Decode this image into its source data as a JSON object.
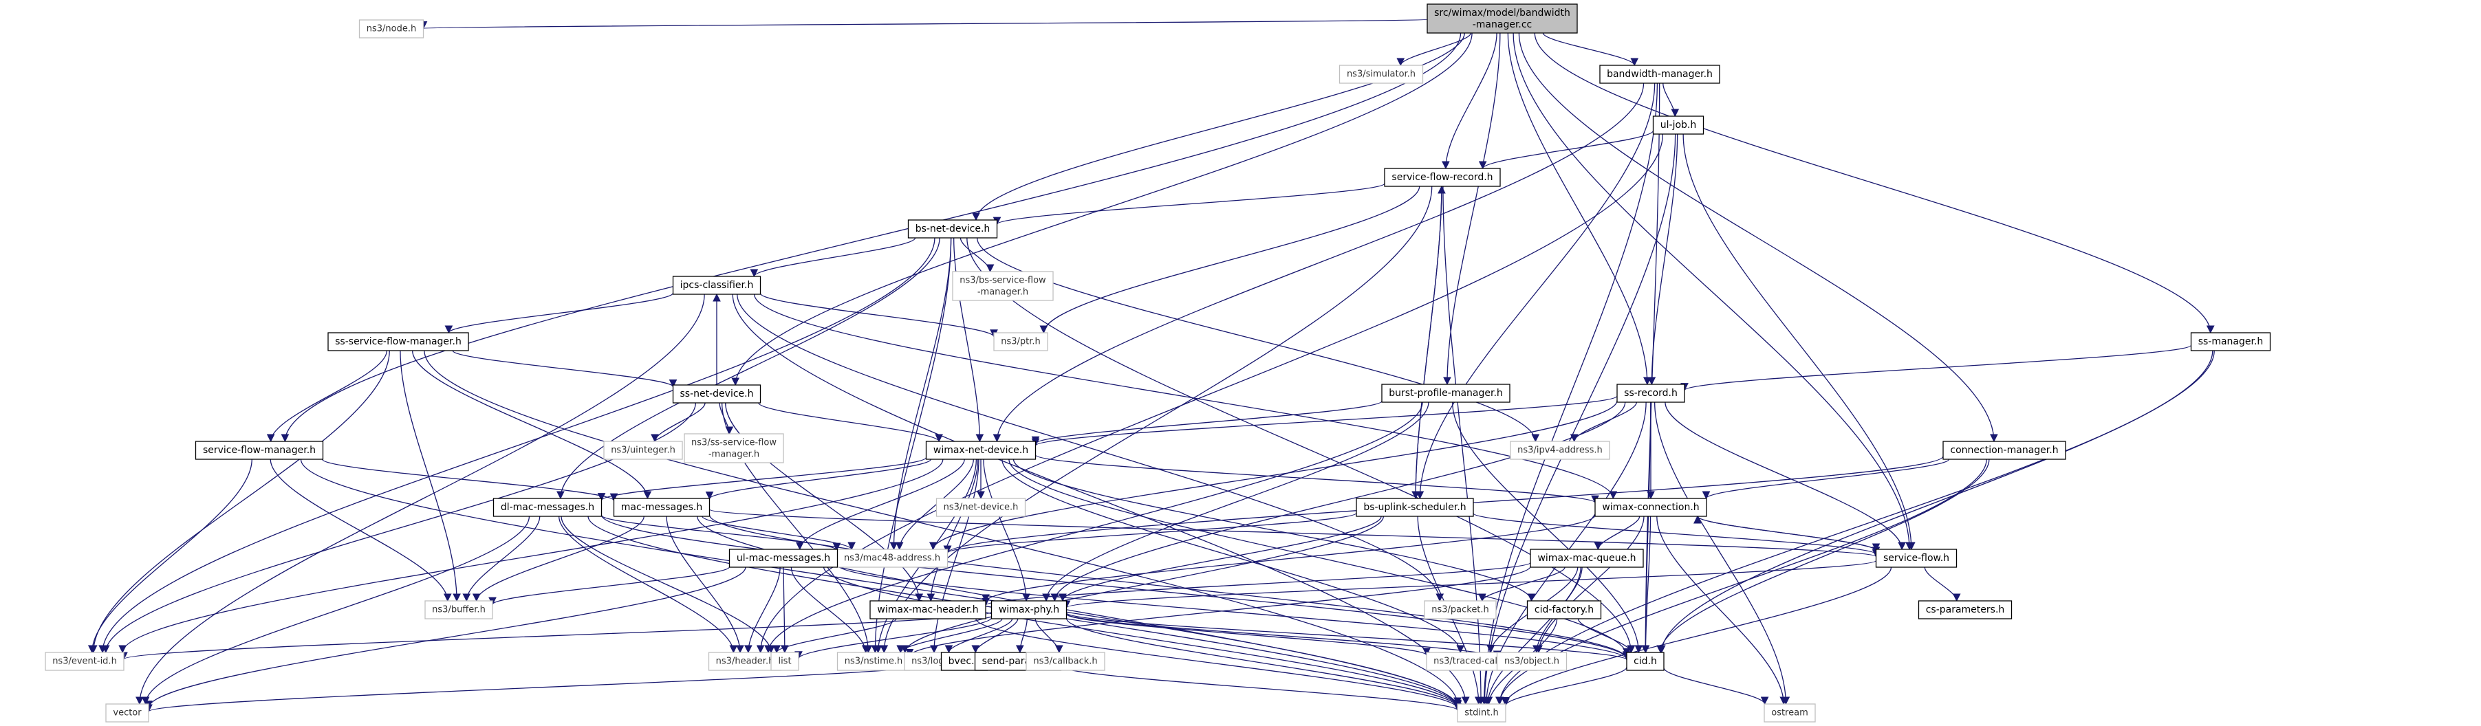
{
  "diagram": {
    "title": "Include dependency graph for bandwidth-manager.cc",
    "edge_color": "#191970",
    "colors": {
      "root_fill": "#bfbfbf",
      "documented_border": "#000000",
      "external_border": "#bfbfbf",
      "undocumented_border": "#ff0000"
    },
    "nodes": [
      {
        "id": "root",
        "label": [
          "src/wimax/model/bandwidth",
          "-manager.cc"
        ],
        "kind": "root"
      },
      {
        "id": "node_h",
        "label": [
          "ns3/node.h"
        ],
        "kind": "external"
      },
      {
        "id": "simulator_h",
        "label": [
          "ns3/simulator.h"
        ],
        "kind": "external"
      },
      {
        "id": "bandwidth_manager_h",
        "label": [
          "bandwidth-manager.h"
        ],
        "kind": "documented"
      },
      {
        "id": "ul_job_h",
        "label": [
          "ul-job.h"
        ],
        "kind": "documented"
      },
      {
        "id": "service_flow_record_h",
        "label": [
          "service-flow-record.h"
        ],
        "kind": "documented"
      },
      {
        "id": "bs_net_device_h",
        "label": [
          "bs-net-device.h"
        ],
        "kind": "documented"
      },
      {
        "id": "bs_sfm_h",
        "label": [
          "ns3/bs-service-flow",
          "-manager.h"
        ],
        "kind": "external"
      },
      {
        "id": "ipcs_classifier_h",
        "label": [
          "ipcs-classifier.h"
        ],
        "kind": "documented"
      },
      {
        "id": "ptr_h",
        "label": [
          "ns3/ptr.h"
        ],
        "kind": "external"
      },
      {
        "id": "ss_sfm_h",
        "label": [
          "ss-service-flow-manager.h"
        ],
        "kind": "documented"
      },
      {
        "id": "ss_net_device_h",
        "label": [
          "ss-net-device.h"
        ],
        "kind": "documented"
      },
      {
        "id": "uinteger_h",
        "label": [
          "ns3/uinteger.h"
        ],
        "kind": "external"
      },
      {
        "id": "ss_sfm_ext_h",
        "label": [
          "ns3/ss-service-flow",
          "-manager.h"
        ],
        "kind": "external"
      },
      {
        "id": "sfm_h",
        "label": [
          "service-flow-manager.h"
        ],
        "kind": "documented"
      },
      {
        "id": "ss_manager_h",
        "label": [
          "ss-manager.h"
        ],
        "kind": "documented"
      },
      {
        "id": "ss_record_h",
        "label": [
          "ss-record.h"
        ],
        "kind": "documented"
      },
      {
        "id": "burst_profile_manager_h",
        "label": [
          "burst-profile-manager.h"
        ],
        "kind": "documented"
      },
      {
        "id": "ipv4_address_h",
        "label": [
          "ns3/ipv4-address.h"
        ],
        "kind": "external"
      },
      {
        "id": "connection_manager_h",
        "label": [
          "connection-manager.h"
        ],
        "kind": "documented"
      },
      {
        "id": "wimax_net_device_h",
        "label": [
          "wimax-net-device.h"
        ],
        "kind": "documented"
      },
      {
        "id": "net_device_h",
        "label": [
          "ns3/net-device.h"
        ],
        "kind": "external"
      },
      {
        "id": "dl_mac_messages_h",
        "label": [
          "dl-mac-messages.h"
        ],
        "kind": "documented"
      },
      {
        "id": "mac_messages_h",
        "label": [
          "mac-messages.h"
        ],
        "kind": "documented"
      },
      {
        "id": "bs_uplink_scheduler_h",
        "label": [
          "bs-uplink-scheduler.h"
        ],
        "kind": "documented"
      },
      {
        "id": "wimax_connection_h",
        "label": [
          "wimax-connection.h"
        ],
        "kind": "documented"
      },
      {
        "id": "mac48_address_h",
        "label": [
          "ns3/mac48-address.h"
        ],
        "kind": "external"
      },
      {
        "id": "ul_mac_messages_h",
        "label": [
          "ul-mac-messages.h"
        ],
        "kind": "documented"
      },
      {
        "id": "wimax_mac_queue_h",
        "label": [
          "wimax-mac-queue.h"
        ],
        "kind": "undocumented"
      },
      {
        "id": "service_flow_h",
        "label": [
          "service-flow.h"
        ],
        "kind": "documented"
      },
      {
        "id": "buffer_h",
        "label": [
          "ns3/buffer.h"
        ],
        "kind": "external"
      },
      {
        "id": "wimax_mac_header_h",
        "label": [
          "wimax-mac-header.h"
        ],
        "kind": "documented"
      },
      {
        "id": "wimax_phy_h",
        "label": [
          "wimax-phy.h"
        ],
        "kind": "documented"
      },
      {
        "id": "packet_h",
        "label": [
          "ns3/packet.h"
        ],
        "kind": "external"
      },
      {
        "id": "cid_factory_h",
        "label": [
          "cid-factory.h"
        ],
        "kind": "documented"
      },
      {
        "id": "cs_parameters_h",
        "label": [
          "cs-parameters.h"
        ],
        "kind": "undocumented"
      },
      {
        "id": "event_id_h",
        "label": [
          "ns3/event-id.h"
        ],
        "kind": "external"
      },
      {
        "id": "header_h",
        "label": [
          "ns3/header.h"
        ],
        "kind": "external"
      },
      {
        "id": "list",
        "label": [
          "list"
        ],
        "kind": "external"
      },
      {
        "id": "nstime_h",
        "label": [
          "ns3/nstime.h"
        ],
        "kind": "external"
      },
      {
        "id": "log_h",
        "label": [
          "ns3/log.h"
        ],
        "kind": "external"
      },
      {
        "id": "bvec_h",
        "label": [
          "bvec.h"
        ],
        "kind": "documented"
      },
      {
        "id": "send_params_h",
        "label": [
          "send-params.h"
        ],
        "kind": "undocumented"
      },
      {
        "id": "callback_h",
        "label": [
          "ns3/callback.h"
        ],
        "kind": "external"
      },
      {
        "id": "traced_callback_h",
        "label": [
          "ns3/traced-callback.h"
        ],
        "kind": "external"
      },
      {
        "id": "object_h",
        "label": [
          "ns3/object.h"
        ],
        "kind": "external"
      },
      {
        "id": "cid_h",
        "label": [
          "cid.h"
        ],
        "kind": "documented"
      },
      {
        "id": "vector",
        "label": [
          "vector"
        ],
        "kind": "external"
      },
      {
        "id": "stdint_h",
        "label": [
          "stdint.h"
        ],
        "kind": "external"
      },
      {
        "id": "ostream",
        "label": [
          "ostream"
        ],
        "kind": "external"
      }
    ],
    "edges": [
      [
        "root",
        "node_h"
      ],
      [
        "root",
        "simulator_h"
      ],
      [
        "root",
        "bandwidth_manager_h"
      ],
      [
        "root",
        "service_flow_record_h"
      ],
      [
        "root",
        "bs_net_device_h"
      ],
      [
        "root",
        "ss_net_device_h"
      ],
      [
        "root",
        "sfm_h"
      ],
      [
        "root",
        "ss_manager_h"
      ],
      [
        "root",
        "ss_record_h"
      ],
      [
        "root",
        "burst_profile_manager_h"
      ],
      [
        "root",
        "connection_manager_h"
      ],
      [
        "root",
        "service_flow_h"
      ],
      [
        "bandwidth_manager_h",
        "ul_job_h"
      ],
      [
        "bandwidth_manager_h",
        "wimax_net_device_h"
      ],
      [
        "bandwidth_manager_h",
        "bs_uplink_scheduler_h"
      ],
      [
        "bandwidth_manager_h",
        "stdint_h"
      ],
      [
        "bandwidth_manager_h",
        "cid_h"
      ],
      [
        "ul_job_h",
        "service_flow_record_h"
      ],
      [
        "ul_job_h",
        "ss_record_h"
      ],
      [
        "ul_job_h",
        "service_flow_h"
      ],
      [
        "ul_job_h",
        "header_h"
      ],
      [
        "ul_job_h",
        "stdint_h"
      ],
      [
        "service_flow_record_h",
        "bs_net_device_h"
      ],
      [
        "service_flow_record_h",
        "ptr_h"
      ],
      [
        "service_flow_record_h",
        "nstime_h"
      ],
      [
        "service_flow_record_h",
        "bs_uplink_scheduler_h"
      ],
      [
        "service_flow_record_h",
        "stdint_h"
      ],
      [
        "bs_net_device_h",
        "bs_sfm_h"
      ],
      [
        "bs_net_device_h",
        "ipcs_classifier_h"
      ],
      [
        "bs_net_device_h",
        "wimax_net_device_h"
      ],
      [
        "bs_net_device_h",
        "dl_mac_messages_h"
      ],
      [
        "bs_net_device_h",
        "ipv4_address_h"
      ],
      [
        "bs_net_device_h",
        "event_id_h"
      ],
      [
        "bs_net_device_h",
        "mac48_address_h"
      ],
      [
        "bs_net_device_h",
        "nstime_h"
      ],
      [
        "bs_net_device_h",
        "cid_h"
      ],
      [
        "ipcs_classifier_h",
        "ptr_h"
      ],
      [
        "ipcs_classifier_h",
        "ss_sfm_h"
      ],
      [
        "ipcs_classifier_h",
        "vector"
      ],
      [
        "ipcs_classifier_h",
        "wimax_connection_h"
      ],
      [
        "ipcs_classifier_h",
        "stdint_h"
      ],
      [
        "ipcs_classifier_h",
        "packet_h"
      ],
      [
        "ss_sfm_h",
        "ss_net_device_h"
      ],
      [
        "ss_sfm_h",
        "sfm_h"
      ],
      [
        "ss_sfm_h",
        "event_id_h"
      ],
      [
        "ss_sfm_h",
        "buffer_h"
      ],
      [
        "ss_sfm_h",
        "mac_messages_h"
      ],
      [
        "ss_sfm_h",
        "stdint_h"
      ],
      [
        "ss_net_device_h",
        "ipcs_classifier_h"
      ],
      [
        "ss_net_device_h",
        "uinteger_h"
      ],
      [
        "ss_net_device_h",
        "ss_sfm_ext_h"
      ],
      [
        "ss_net_device_h",
        "wimax_net_device_h"
      ],
      [
        "ss_net_device_h",
        "event_id_h"
      ],
      [
        "ss_net_device_h",
        "nstime_h"
      ],
      [
        "ss_net_device_h",
        "wimax_mac_header_h"
      ],
      [
        "sfm_h",
        "mac_messages_h"
      ],
      [
        "sfm_h",
        "event_id_h"
      ],
      [
        "sfm_h",
        "buffer_h"
      ],
      [
        "sfm_h",
        "stdint_h"
      ],
      [
        "ss_manager_h",
        "ss_record_h"
      ],
      [
        "ss_manager_h",
        "cid_h"
      ],
      [
        "ss_manager_h",
        "stdint_h"
      ],
      [
        "ss_record_h",
        "wimax_net_device_h"
      ],
      [
        "ss_record_h",
        "ipv4_address_h"
      ],
      [
        "ss_record_h",
        "wimax_connection_h"
      ],
      [
        "ss_record_h",
        "service_flow_h"
      ],
      [
        "ss_record_h",
        "mac48_address_h"
      ],
      [
        "ss_record_h",
        "wimax_phy_h"
      ],
      [
        "ss_record_h",
        "cid_h"
      ],
      [
        "ss_record_h",
        "ostream"
      ],
      [
        "ss_record_h",
        "stdint_h"
      ],
      [
        "burst_profile_manager_h",
        "wimax_net_device_h"
      ],
      [
        "burst_profile_manager_h",
        "wimax_phy_h"
      ],
      [
        "burst_profile_manager_h",
        "cid_h"
      ],
      [
        "burst_profile_manager_h",
        "header_h"
      ],
      [
        "connection_manager_h",
        "wimax_connection_h"
      ],
      [
        "connection_manager_h",
        "mac48_address_h"
      ],
      [
        "connection_manager_h",
        "cid_h"
      ],
      [
        "connection_manager_h",
        "stdint_h"
      ],
      [
        "wimax_net_device_h",
        "net_device_h"
      ],
      [
        "wimax_net_device_h",
        "dl_mac_messages_h"
      ],
      [
        "wimax_net_device_h",
        "mac_messages_h"
      ],
      [
        "wimax_net_device_h",
        "wimax_connection_h"
      ],
      [
        "wimax_net_device_h",
        "mac48_address_h"
      ],
      [
        "wimax_net_device_h",
        "ul_mac_messages_h"
      ],
      [
        "wimax_net_device_h",
        "wimax_mac_header_h"
      ],
      [
        "wimax_net_device_h",
        "wimax_phy_h"
      ],
      [
        "wimax_net_device_h",
        "event_id_h"
      ],
      [
        "wimax_net_device_h",
        "nstime_h"
      ],
      [
        "wimax_net_device_h",
        "log_h"
      ],
      [
        "wimax_net_device_h",
        "traced_callback_h"
      ],
      [
        "wimax_net_device_h",
        "cid_factory_h"
      ],
      [
        "wimax_net_device_h",
        "cid_h"
      ],
      [
        "dl_mac_messages_h",
        "buffer_h"
      ],
      [
        "dl_mac_messages_h",
        "vector"
      ],
      [
        "dl_mac_messages_h",
        "header_h"
      ],
      [
        "dl_mac_messages_h",
        "list"
      ],
      [
        "dl_mac_messages_h",
        "stdint_h"
      ],
      [
        "dl_mac_messages_h",
        "mac48_address_h"
      ],
      [
        "dl_mac_messages_h",
        "cid_h"
      ],
      [
        "mac_messages_h",
        "buffer_h"
      ],
      [
        "mac_messages_h",
        "header_h"
      ],
      [
        "mac_messages_h",
        "stdint_h"
      ],
      [
        "mac_messages_h",
        "mac48_address_h"
      ],
      [
        "mac_messages_h",
        "service_flow_h"
      ],
      [
        "mac_messages_h",
        "cid_h"
      ],
      [
        "bs_uplink_scheduler_h",
        "service_flow_record_h"
      ],
      [
        "bs_uplink_scheduler_h",
        "wimax_phy_h"
      ],
      [
        "bs_uplink_scheduler_h",
        "service_flow_h"
      ],
      [
        "bs_uplink_scheduler_h",
        "nstime_h"
      ],
      [
        "bs_uplink_scheduler_h",
        "stdint_h"
      ],
      [
        "bs_uplink_scheduler_h",
        "mac48_address_h"
      ],
      [
        "wimax_connection_h",
        "wimax_mac_queue_h"
      ],
      [
        "wimax_connection_h",
        "service_flow_h"
      ],
      [
        "wimax_connection_h",
        "wimax_mac_header_h"
      ],
      [
        "wimax_connection_h",
        "object_h"
      ],
      [
        "wimax_connection_h",
        "cid_h"
      ],
      [
        "wimax_connection_h",
        "ostream"
      ],
      [
        "ul_mac_messages_h",
        "buffer_h"
      ],
      [
        "ul_mac_messages_h",
        "header_h"
      ],
      [
        "ul_mac_messages_h",
        "list"
      ],
      [
        "ul_mac_messages_h",
        "vector"
      ],
      [
        "ul_mac_messages_h",
        "stdint_h"
      ],
      [
        "ul_mac_messages_h",
        "cid_h"
      ],
      [
        "ul_mac_messages_h",
        "nstime_h"
      ],
      [
        "wimax_mac_queue_h",
        "wimax_mac_header_h"
      ],
      [
        "wimax_mac_queue_h",
        "packet_h"
      ],
      [
        "wimax_mac_queue_h",
        "traced_callback_h"
      ],
      [
        "wimax_mac_queue_h",
        "object_h"
      ],
      [
        "wimax_mac_queue_h",
        "stdint_h"
      ],
      [
        "wimax_mac_queue_h",
        "nstime_h"
      ],
      [
        "service_flow_h",
        "wimax_connection_h"
      ],
      [
        "service_flow_h",
        "cs_parameters_h"
      ],
      [
        "service_flow_h",
        "wimax_phy_h"
      ],
      [
        "service_flow_h",
        "stdint_h"
      ],
      [
        "wimax_mac_header_h",
        "header_h"
      ],
      [
        "wimax_mac_header_h",
        "stdint_h"
      ],
      [
        "wimax_phy_h",
        "nstime_h"
      ],
      [
        "wimax_phy_h",
        "list"
      ],
      [
        "wimax_phy_h",
        "log_h"
      ],
      [
        "wimax_phy_h",
        "bvec_h"
      ],
      [
        "wimax_phy_h",
        "send_params_h"
      ],
      [
        "wimax_phy_h",
        "callback_h"
      ],
      [
        "wimax_phy_h",
        "traced_callback_h"
      ],
      [
        "wimax_phy_h",
        "object_h"
      ],
      [
        "wimax_phy_h",
        "event_id_h"
      ],
      [
        "wimax_phy_h",
        "stdint_h"
      ],
      [
        "wimax_phy_h",
        "cid_h"
      ],
      [
        "cid_factory_h",
        "cid_h"
      ],
      [
        "cid_factory_h",
        "stdint_h"
      ],
      [
        "bvec_h",
        "vector"
      ],
      [
        "send_params_h",
        "stdint_h"
      ],
      [
        "cid_h",
        "stdint_h"
      ],
      [
        "cid_h",
        "ostream"
      ]
    ]
  }
}
